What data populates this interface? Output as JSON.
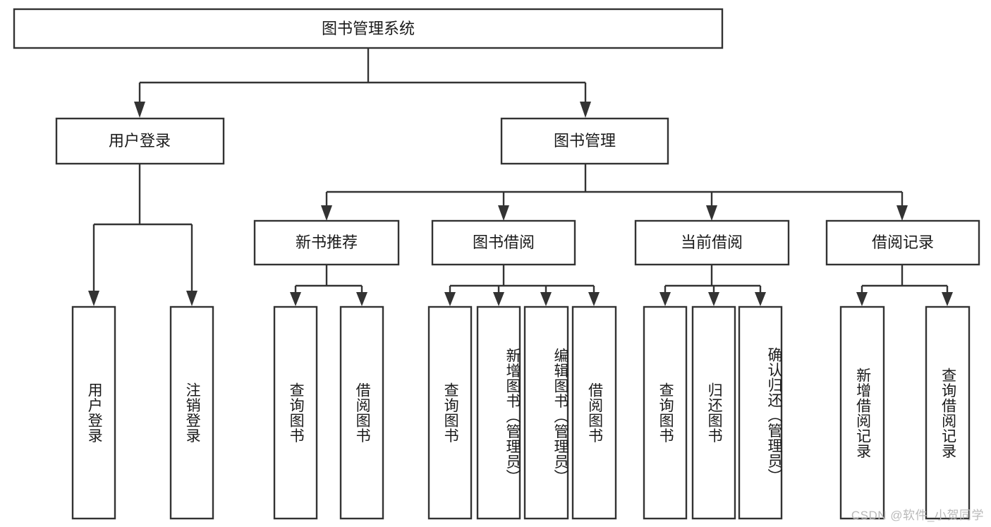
{
  "diagram": {
    "type": "tree",
    "title": "图书管理系统",
    "orientation": "top-down",
    "colors": {
      "box_stroke": "#333333",
      "box_fill": "#ffffff",
      "text": "#1a1a1a",
      "connector": "#333333",
      "watermark": "#b9b9b9",
      "background": "#ffffff"
    },
    "root": {
      "label": "图书管理系统"
    },
    "level2": [
      {
        "label": "用户登录"
      },
      {
        "label": "图书管理"
      }
    ],
    "level3": [
      {
        "label": "新书推荐"
      },
      {
        "label": "图书借阅"
      },
      {
        "label": "当前借阅"
      },
      {
        "label": "借阅记录"
      }
    ],
    "leaves": {
      "user_login": [
        {
          "label": "用户登录"
        },
        {
          "label": "注销登录"
        }
      ],
      "new_book_recommend": [
        {
          "label": "查询图书"
        },
        {
          "label": "借阅图书"
        }
      ],
      "book_borrow": [
        {
          "label": "查询图书"
        },
        {
          "label": "新增图书（管理员）"
        },
        {
          "label": "编辑图书（管理员）"
        },
        {
          "label": "借阅图书"
        }
      ],
      "current_borrow": [
        {
          "label": "查询图书"
        },
        {
          "label": "归还图书"
        },
        {
          "label": "确认归还（管理员）"
        }
      ],
      "borrow_records": [
        {
          "label": "新增借阅记录"
        },
        {
          "label": "查询借阅记录"
        }
      ]
    }
  },
  "watermark": {
    "text": "CSDN @软件_小贺同学"
  }
}
